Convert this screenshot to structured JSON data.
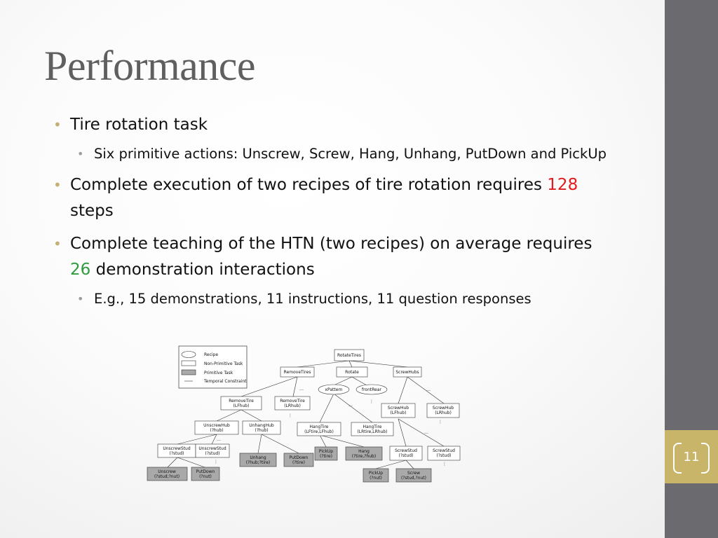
{
  "slide": {
    "title": "Performance",
    "page_number": "11"
  },
  "bullets": [
    {
      "text": "Tire rotation task"
    },
    {
      "text": "Six primitive actions: Unscrew, Screw, Hang, Unhang, PutDown and PickUp"
    },
    {
      "text_before": "Complete execution of two recipes of tire rotation requires ",
      "highlight": "128",
      "text_after": " steps",
      "highlight_color": "#e31a1c"
    },
    {
      "text_before": "Complete teaching of the HTN (two recipes) on average requires ",
      "highlight": "26",
      "text_after": " demonstration interactions",
      "highlight_color": "#2e9b3c"
    },
    {
      "text": "E.g., 15 demonstrations, 11 instructions, 11 question responses"
    }
  ],
  "diagram": {
    "legend": {
      "recipe": "Recipe",
      "non_primitive": "Non-Primitive Task",
      "primitive": "Primitive Task",
      "temporal": "Temporal Constraint"
    },
    "nodes": {
      "rotate_tires": "RotateTires",
      "remove_tires": "RemoveTires",
      "rotate": "Rotate",
      "screw_hubs": "ScrewHubs",
      "x_pattern": "xPattern",
      "front_rear": "frontRear",
      "remove_tire_l_1": "RemoveTire",
      "remove_tire_l_2": "(LFhub)",
      "remove_tire_r_1": "RemoveTire",
      "remove_tire_r_2": "(LRhub)",
      "screw_hub_l_1": "ScrewHub",
      "screw_hub_l_2": "(LFhub)",
      "screw_hub_r_1": "ScrewHub",
      "screw_hub_r_2": "(LRhub)",
      "unscrew_hub_1": "UnscrewHub",
      "unscrew_hub_2": "(?hub)",
      "unhang_hub_1": "UnhangHub",
      "unhang_hub_2": "(?hub)",
      "hang_tire_a_1": "HangTire",
      "hang_tire_a_2": "(LFtire,LFhub)",
      "hang_tire_b_1": "HangTire",
      "hang_tire_b_2": "(LRtire,LRhub)",
      "unscrew_stud_a_1": "UnscrewStud",
      "unscrew_stud_a_2": "(?stud)",
      "unscrew_stud_b_1": "UnscrewStud",
      "unscrew_stud_b_2": "(?stud)",
      "unhang_1": "Unhang",
      "unhang_2": "(?hub;?tire)",
      "putdown_a_1": "PutDown",
      "putdown_a_2": "(?tire)",
      "pickup_a_1": "PickUp",
      "pickup_a_2": "(?tire)",
      "hang_1": "Hang",
      "hang_2": "(?tire,?hub)",
      "screw_stud_a_1": "ScrewStud",
      "screw_stud_a_2": "(?stud)",
      "screw_stud_b_1": "ScrewStud",
      "screw_stud_b_2": "(?stud)",
      "unscrew_1": "Unscrew",
      "unscrew_2": "(?stud;?nut)",
      "putdown_b_1": "PutDown",
      "putdown_b_2": "(?nut)",
      "pickup_b_1": "PickUp",
      "pickup_b_2": "(?nut)",
      "screw_1": "Screw",
      "screw_2": "(?stud,?nut)",
      "ellipsis_h": "…",
      "ellipsis_v": "⋮"
    }
  },
  "colors": {
    "accent": "#c4b073",
    "sidebar": "#6b6a6f",
    "page_box": "#c8b56a",
    "primitive_fill": "#a9a9a9"
  }
}
